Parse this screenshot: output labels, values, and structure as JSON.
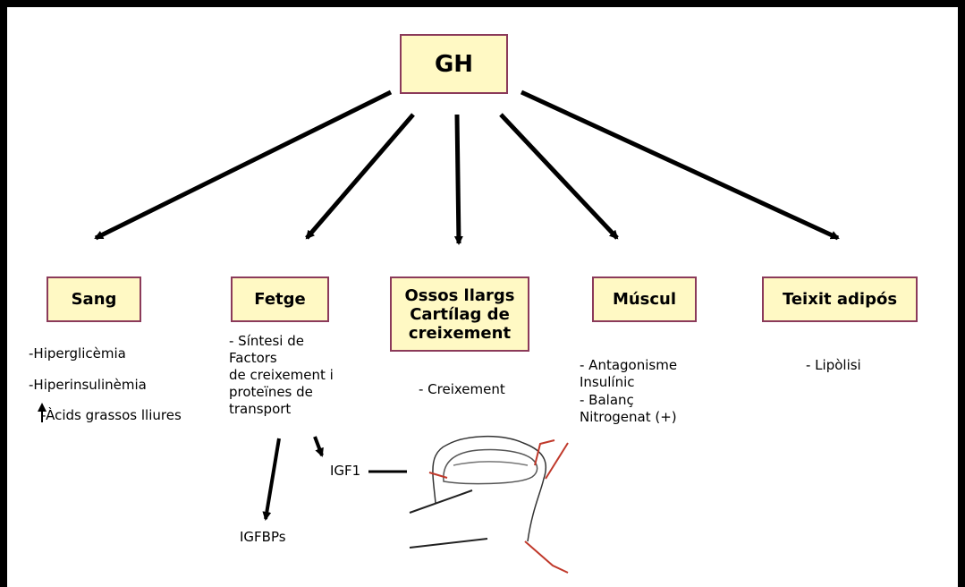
{
  "root": {
    "label": "GH"
  },
  "targets": [
    {
      "id": "sang",
      "label": "Sang",
      "effects": [
        "-Hiperglicèmia",
        "-Hiperinsulinèmia",
        "-Àcids grassos lliures"
      ]
    },
    {
      "id": "fetge",
      "label": "Fetge",
      "effects": [
        "- Síntesi de\n  Factors\n  de creixement i\n  proteïnes de\n  transport"
      ]
    },
    {
      "id": "ossos",
      "label": "Ossos llargs\nCartílag de\ncreixement",
      "effects": [
        "- Creixement"
      ]
    },
    {
      "id": "muscul",
      "label": "Múscul",
      "effects": [
        "- Antagonisme\n   Insulínic",
        "- Balanç\n   Nitrogenat (+)"
      ]
    },
    {
      "id": "adipos",
      "label": "Teixit adipós",
      "effects": [
        "- Lipòlisi"
      ]
    }
  ],
  "products": {
    "igf1": "IGF1",
    "igfbps": "IGFBPs"
  },
  "colors": {
    "box_fill": "#fff9c4",
    "box_border": "#8b3a5a",
    "bone_line": "#c0392b"
  }
}
